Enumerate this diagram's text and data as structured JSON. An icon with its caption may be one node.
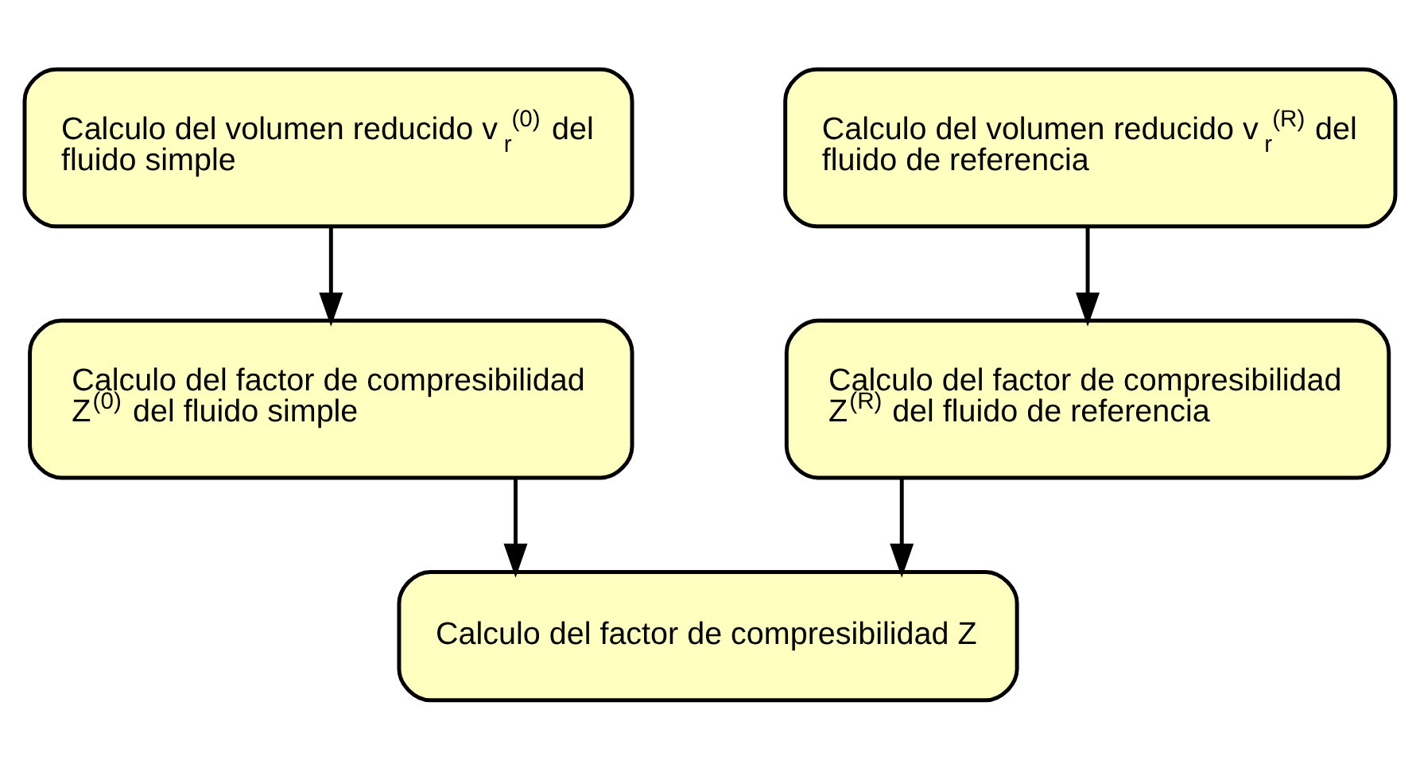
{
  "diagram": {
    "nodes": [
      {
        "text": [
          "Calculo del volumen reducido v$_{r}$$^{(0)}$ del fluido simple"
        ]
      },
      {
        "text": [
          "Calculo del volumen reducido v$_{r}$$^{(R)}$ del fluido de referencia"
        ]
      },
      {
        "text": [
          "Calculo del factor de compresibilidad Z$^{(0)}$ del fluido simple"
        ]
      },
      {
        "text": [
          "Calculo del factor de compresibilidad Z$^{(R)}$ del fluido de referencia"
        ]
      },
      {
        "text": [
          "Calculo del factor de compresibilidad Z"
        ]
      }
    ],
    "edges": [
      {
        "from": 0,
        "to": 2,
        "arrow": "to"
      },
      {
        "from": 1,
        "to": 3,
        "arrow": "to"
      },
      {
        "from": 2,
        "to": 4,
        "arrow": "to"
      },
      {
        "from": 3,
        "to": 4,
        "arrow": "to"
      }
    ]
  }
}
